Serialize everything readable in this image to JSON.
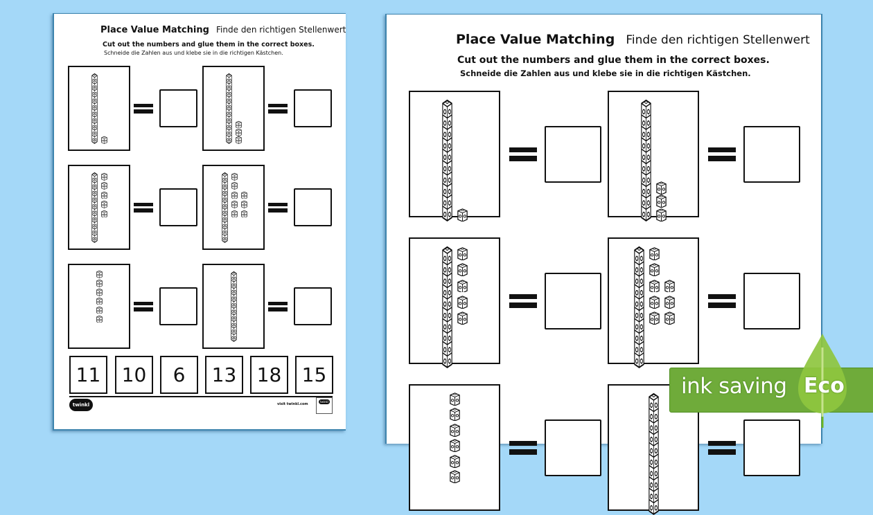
{
  "worksheet": {
    "title": "Place Value Matching",
    "subtitle_de": "Finde den richtigen Stellenwert",
    "instruction_en": "Cut out the numbers  and glue them in the correct boxes.",
    "instruction_de": "Schneide die Zahlen aus und klebe sie in die richtigen Kästchen.",
    "problems": [
      {
        "tens": 1,
        "ones": 1
      },
      {
        "tens": 1,
        "ones": 3
      },
      {
        "tens": 1,
        "ones": 5
      },
      {
        "tens": 1,
        "ones": 8
      },
      {
        "tens": 0,
        "ones": 6
      },
      {
        "tens": 1,
        "ones": 0
      }
    ],
    "number_cards": [
      "11",
      "10",
      "6",
      "13",
      "18",
      "15"
    ],
    "footer": {
      "logo": "twinkl",
      "visit_text": "visit twinkl.com",
      "badge": "twinkl"
    }
  },
  "eco_banner": {
    "label": "ink saving",
    "badge": "Eco",
    "color": "#6fab3a",
    "drop_color": "#8ec63f"
  },
  "background_color": "#a4d8f8"
}
